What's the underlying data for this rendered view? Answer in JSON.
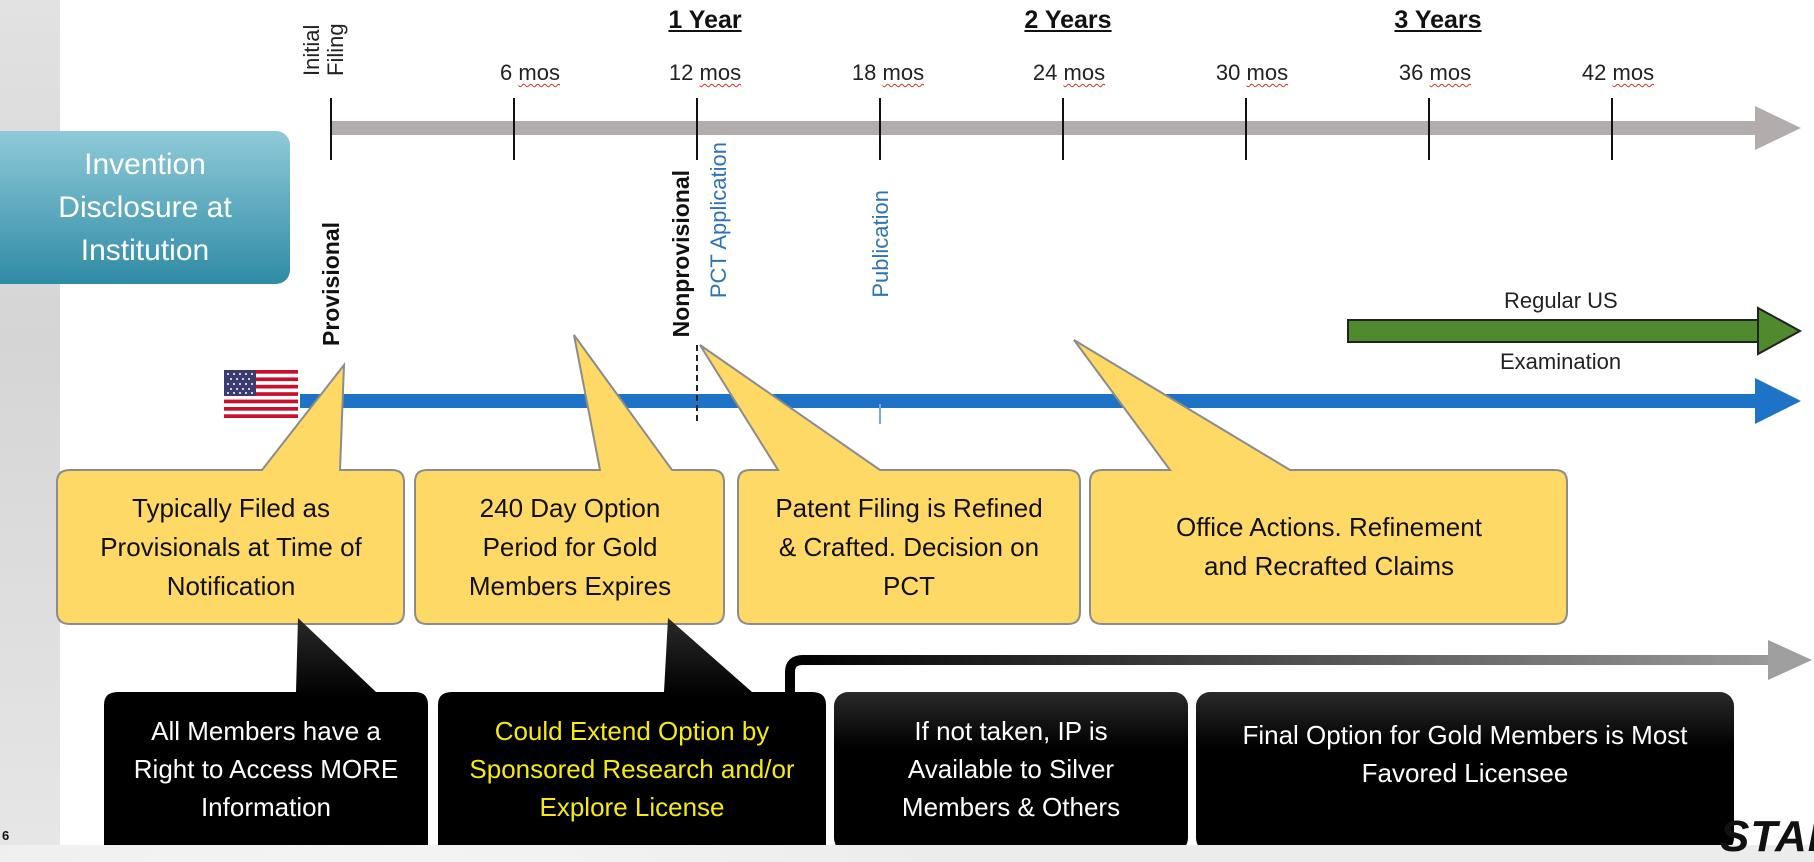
{
  "timeline": {
    "years": [
      {
        "label": "1 Year",
        "month": 12
      },
      {
        "label": "2 Years",
        "month": 24
      },
      {
        "label": "3 Years",
        "month": 36
      }
    ],
    "ticks": [
      {
        "num": "6",
        "unit": "mos",
        "month": 6
      },
      {
        "num": "12",
        "unit": "mos",
        "month": 12
      },
      {
        "num": "18",
        "unit": "mos",
        "month": 18
      },
      {
        "num": "24",
        "unit": "mos",
        "month": 24
      },
      {
        "num": "30",
        "unit": "mos",
        "month": 30
      },
      {
        "num": "36",
        "unit": "mos",
        "month": 36
      },
      {
        "num": "42",
        "unit": "mos",
        "month": 42
      }
    ],
    "initial_filing": "Initial Filing",
    "axis_color": "#b3acac"
  },
  "milestones": {
    "provisional": "Provisional",
    "nonprovisional": "Nonprovisional",
    "pct_application": "PCT Application",
    "publication": "Publication"
  },
  "invention_box": {
    "text": "Invention Disclosure at Institution",
    "color": "#3a97ae"
  },
  "us_track": {
    "flag_icon": "us-flag-icon",
    "color": "#1f73c7",
    "regular_us": "Regular US",
    "examination": "Examination",
    "exam_arrow_color": "#4f8a2f"
  },
  "callouts_yellow": {
    "color": "#ffd966",
    "items": [
      {
        "text": "Typically Filed as Provisionals at Time of Notification"
      },
      {
        "text": "240 Day Option Period for Gold Members Expires"
      },
      {
        "text": "Patent Filing is Refined & Crafted. Decision on PCT"
      },
      {
        "text": "Office Actions. Refinement and Recrafted Claims"
      }
    ]
  },
  "callouts_black": {
    "color": "#000000",
    "highlight_color": "#f5ea14",
    "items": [
      {
        "text": "All Members have a Right to Access MORE Information"
      },
      {
        "text": "Could Extend Option by Sponsored Research and/or Explore License"
      },
      {
        "text": "If not taken, IP is Available to Silver Members & Others"
      },
      {
        "text": "Final Option for Gold Members is Most Favored Licensee"
      }
    ]
  },
  "footer": {
    "page_number": "6",
    "logo_text": "STAR"
  }
}
